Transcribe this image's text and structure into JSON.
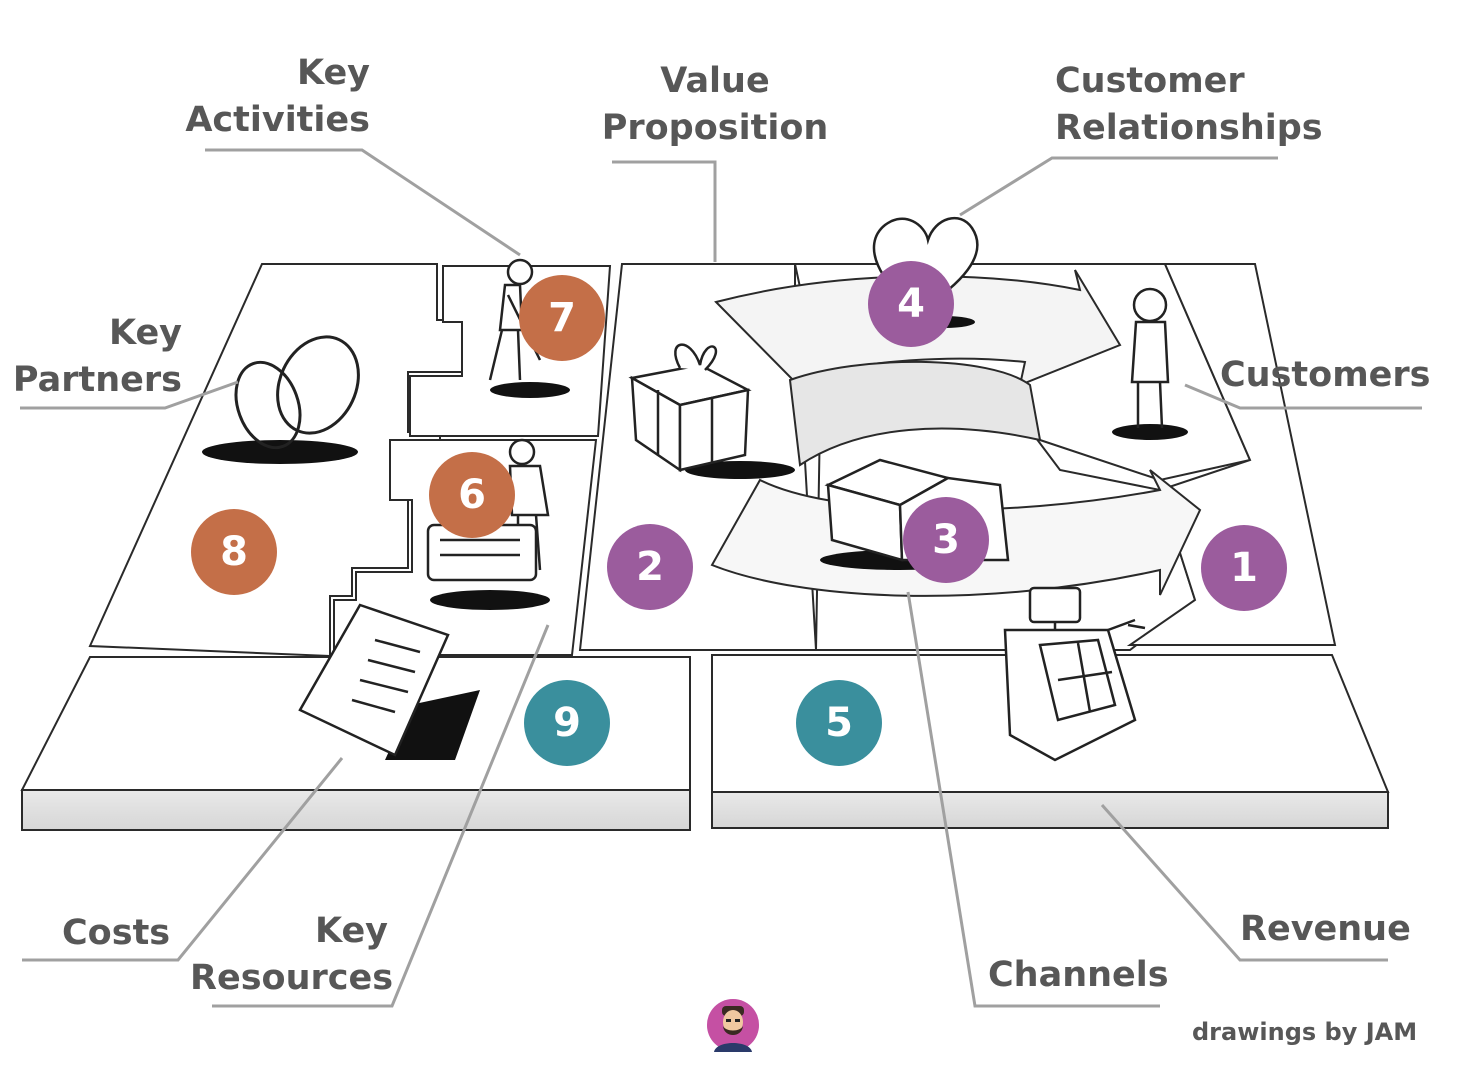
{
  "labels": {
    "key_activities": [
      "Key",
      "Activities"
    ],
    "value_proposition": [
      "Value",
      "Proposition"
    ],
    "customer_relationships": [
      "Customer",
      "Relationships"
    ],
    "key_partners": [
      "Key",
      "Partners"
    ],
    "customers": "Customers",
    "costs": "Costs",
    "key_resources": [
      "Key",
      "Resources"
    ],
    "channels": "Channels",
    "revenue": "Revenue"
  },
  "badges": [
    {
      "number": "1",
      "color": "#9b5c9d"
    },
    {
      "number": "2",
      "color": "#9b5c9d"
    },
    {
      "number": "3",
      "color": "#9b5c9d"
    },
    {
      "number": "4",
      "color": "#9b5c9d"
    },
    {
      "number": "5",
      "color": "#3a8f9d"
    },
    {
      "number": "6",
      "color": "#c46f48"
    },
    {
      "number": "7",
      "color": "#c46f48"
    },
    {
      "number": "8",
      "color": "#c46f48"
    },
    {
      "number": "9",
      "color": "#3a8f9d"
    }
  ],
  "credit": "drawings by JAM",
  "colors": {
    "purple": "#9b5c9d",
    "orange": "#c46f48",
    "teal": "#3a8f9d",
    "label_text": "#575757",
    "leader_line": "#a0a0a0"
  },
  "icons": [
    "rings-icon",
    "gift-box-icon",
    "heart-icon",
    "person-icon",
    "truck-icon",
    "cash-register-icon",
    "invoice-icon",
    "worker-icon",
    "avatar-icon"
  ]
}
